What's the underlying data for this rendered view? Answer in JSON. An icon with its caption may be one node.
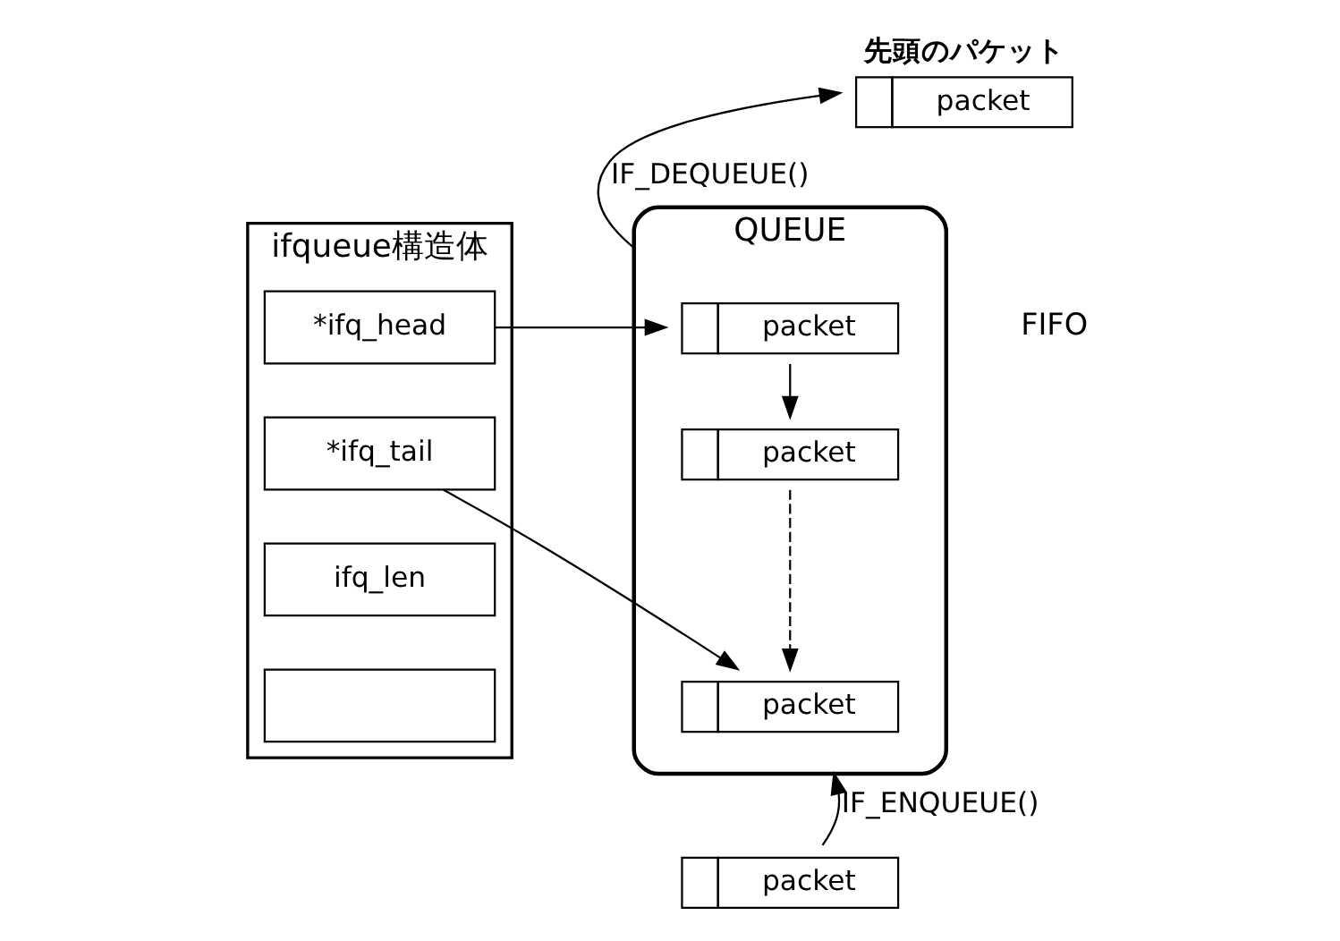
{
  "diagram": {
    "nodes": [
      {
        "text": [
          "ifqueue構造体"
        ]
      },
      {
        "text": [
          "*ifq_head"
        ],
        "in": 0
      },
      {
        "text": [
          "*ifq_tail"
        ],
        "in": 0
      },
      {
        "text": [
          "ifq_len"
        ],
        "in": 0
      },
      {
        "text": [],
        "shape": "box",
        "in": 0
      },
      {
        "text": [
          "QUEUE"
        ]
      },
      {
        "text": [
          "packet"
        ],
        "in": 5
      },
      {
        "text": [
          "packet"
        ],
        "in": 5
      },
      {
        "text": [
          "packet"
        ],
        "in": 5
      },
      {
        "text": [
          "先頭のパケット",
          "packet"
        ]
      },
      {
        "text": [
          "packet"
        ]
      }
    ],
    "edges": [
      {
        "from": 1,
        "to": 6,
        "arrow": "to"
      },
      {
        "from": 2,
        "to": 8,
        "arrow": "to"
      },
      {
        "from": 6,
        "to": 7,
        "arrow": "to"
      },
      {
        "from": 7,
        "to": 8,
        "arrow": "to",
        "style": "dashed"
      },
      {
        "from": 5,
        "to": 9,
        "arrow": "to",
        "label": "IF_DEQUEUE()"
      },
      {
        "from": 10,
        "to": 5,
        "arrow": "to",
        "label": "IF_ENQUEUE()"
      }
    ],
    "labels": [
      "FIFO"
    ]
  }
}
